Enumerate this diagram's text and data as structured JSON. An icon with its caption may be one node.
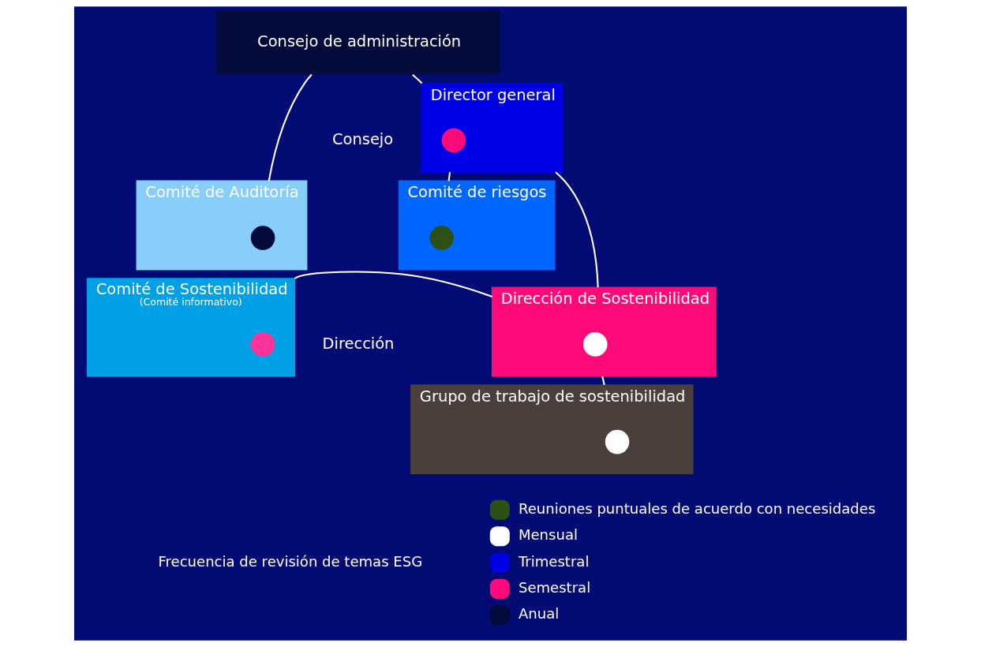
{
  "diagram": {
    "nodes": [
      {
        "text": [
          "Consejo de administración"
        ]
      },
      {
        "text": [
          "Director general"
        ]
      },
      {
        "text": [],
        "shape": "circle",
        "in": 1
      },
      {
        "text": [
          "Comité de riesgos"
        ]
      },
      {
        "text": [],
        "shape": "circle",
        "in": 3
      },
      {
        "text": [
          "Comité de Auditoría"
        ]
      },
      {
        "text": [],
        "shape": "circle",
        "in": 5
      },
      {
        "text": [
          "Dirección de Sostenibilidad"
        ]
      },
      {
        "text": [],
        "shape": "circle",
        "in": 7
      },
      {
        "text": [
          "Comité de Sostenibilidad",
          "(Comité informativo)"
        ]
      },
      {
        "text": [],
        "shape": "circle",
        "in": 9
      },
      {
        "text": [
          "Grupo de trabajo de sostenibilidad"
        ]
      },
      {
        "text": [],
        "shape": "circle",
        "in": 11
      }
    ],
    "edges": [
      {
        "from": 0,
        "to": 1,
        "arrow": "none"
      },
      {
        "from": 0,
        "to": 5,
        "arrow": "none"
      },
      {
        "from": 1,
        "to": 3,
        "arrow": "none"
      },
      {
        "from": 1,
        "to": 7,
        "arrow": "none"
      },
      {
        "from": 7,
        "to": 9,
        "arrow": "none"
      },
      {
        "from": 7,
        "to": 11,
        "arrow": "none"
      }
    ],
    "labels": [
      "Consejo",
      "Dirección",
      "Frecuencia de revisión de temas ESG"
    ],
    "legend": [
      {
        "text": "Reuniones puntuales de acuerdo con necesidades",
        "color": "#2d5016"
      },
      {
        "text": "Mensual",
        "color": "#ffffff"
      },
      {
        "text": "Trimestral",
        "color": "#0000e6"
      },
      {
        "text": "Semestral",
        "color": "#ff0a78"
      },
      {
        "text": "Anual",
        "color": "#020b3a"
      }
    ]
  }
}
